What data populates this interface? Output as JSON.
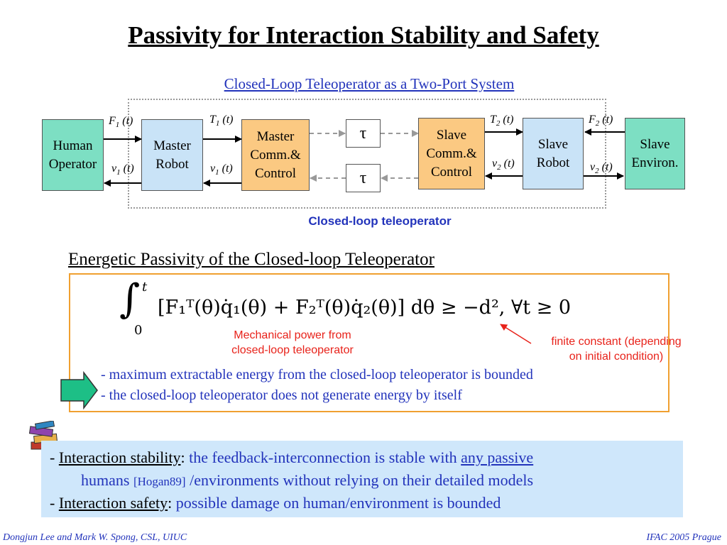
{
  "title": "Passivity for Interaction Stability and Safety",
  "subtitle": "Closed-Loop Teleoperator as a Two-Port System",
  "diagram": {
    "blocks": {
      "human": [
        "Human",
        "Operator"
      ],
      "master_robot": [
        "Master",
        "Robot"
      ],
      "master_comm": [
        "Master",
        "Comm.&",
        "Control"
      ],
      "slave_comm": [
        "Slave",
        "Comm.&",
        "Control"
      ],
      "slave_robot": [
        "Slave",
        "Robot"
      ],
      "slave_env": [
        "Slave",
        "Environ."
      ]
    },
    "tau": "τ",
    "signals": {
      "F1": {
        "base": "F",
        "sub": "1",
        "arg": " (t)"
      },
      "v1a": {
        "base": "v",
        "sub": "1",
        "arg": " (t)"
      },
      "T1": {
        "base": "T",
        "sub": "1",
        "arg": " (t)"
      },
      "v1b": {
        "base": "v",
        "sub": "1",
        "arg": " (t)"
      },
      "T2": {
        "base": "T",
        "sub": "2",
        "arg": " (t)"
      },
      "v2a": {
        "base": "v",
        "sub": "2",
        "arg": " (t)"
      },
      "F2": {
        "base": "F",
        "sub": "2",
        "arg": " (t)"
      },
      "v2b": {
        "base": "v",
        "sub": "2",
        "arg": " (t)"
      }
    },
    "closed_loop_label": "Closed-loop teleoperator"
  },
  "section_title": "Energetic Passivity of the Closed-loop Teleoperator",
  "equation": {
    "integral": "∫",
    "upper": "t",
    "lower": "0",
    "body": "[F₁ᵀ(θ)q̇₁(θ) + F₂ᵀ(θ)q̇₂(θ)] dθ ≥ −d²,     ∀t ≥ 0"
  },
  "annotations": {
    "power": [
      "Mechanical power from",
      "closed-loop teleoperator"
    ],
    "constant": [
      "finite constant (depending",
      "on initial condition)"
    ]
  },
  "bullets": [
    "- maximum extractable energy from the closed-loop teleoperator is bounded",
    "- the closed-loop teleoperator does not generate energy by itself"
  ],
  "bottom": {
    "dash": "-",
    "stability_label": "Interaction stability",
    "colon": ":",
    "stability_text": " the feedback-interconnection is stable with ",
    "any_passive": "any passive",
    "line2_a": "humans ",
    "line2_ref": "[Hogan89]",
    "line2_b": " /environments without relying on their detailed models",
    "safety_label": "Interaction safety",
    "safety_text": " possible damage on human/environment is bounded"
  },
  "footer": {
    "left": "Dongjun Lee and Mark W. Spong, CSL, UIUC",
    "right": "IFAC 2005 Prague"
  },
  "colors": {
    "accent_blue": "#2233bb",
    "green_block": "#7ddfc3",
    "blue_block": "#c9e3f7",
    "orange_block": "#fbc982",
    "red": "#e8221a",
    "eq_border": "#f0a030",
    "bottom_bg": "#cfe7fb"
  },
  "icons": {
    "books": "books-icon",
    "arrow": "arrow-right-icon"
  }
}
